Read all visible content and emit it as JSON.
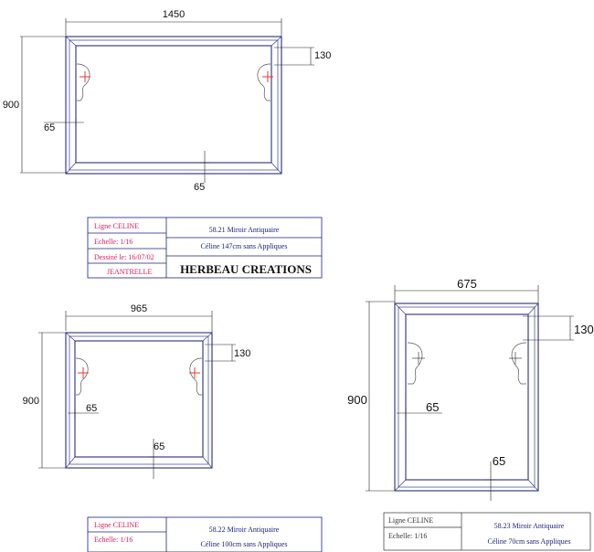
{
  "drawings": [
    {
      "width_label": "1450",
      "height_label": "900",
      "inset_label": "130",
      "frame_left_label": "65",
      "frame_bottom_label": "65",
      "title_block": {
        "ligne": "Ligne  CELINE",
        "echelle": "Echelle:  1/16",
        "dessine": "Dessiné le:  16/07/02",
        "author": "JEANTRELLE",
        "ref": "58.21 Miroir Antiquaire",
        "desc": "Céline 147cm sans Appliques",
        "company": "HERBEAU CREATIONS"
      }
    },
    {
      "width_label": "965",
      "height_label": "900",
      "inset_label": "130",
      "frame_left_label": "65",
      "frame_bottom_label": "65",
      "title_block": {
        "ligne": "Ligne  CELINE",
        "echelle": "Echelle:  1/16",
        "ref": "58.22 Miroir Antiquaire",
        "desc": "Céline 100cm sans Appliques"
      }
    },
    {
      "width_label": "675",
      "height_label": "900",
      "inset_label": "130",
      "frame_left_label": "65",
      "frame_bottom_label": "65",
      "title_block": {
        "ligne": "Ligne  CELINE",
        "echelle": "Echelle:  1/16",
        "ref": "58.23 Miroir Antiquaire",
        "desc": "Céline 70cm sans Appliques"
      }
    }
  ],
  "colors": {
    "frame": "#2b2f7a",
    "title_red": "#d81b60",
    "title_blue": "#1a237e",
    "crosshair": "#e53935"
  }
}
